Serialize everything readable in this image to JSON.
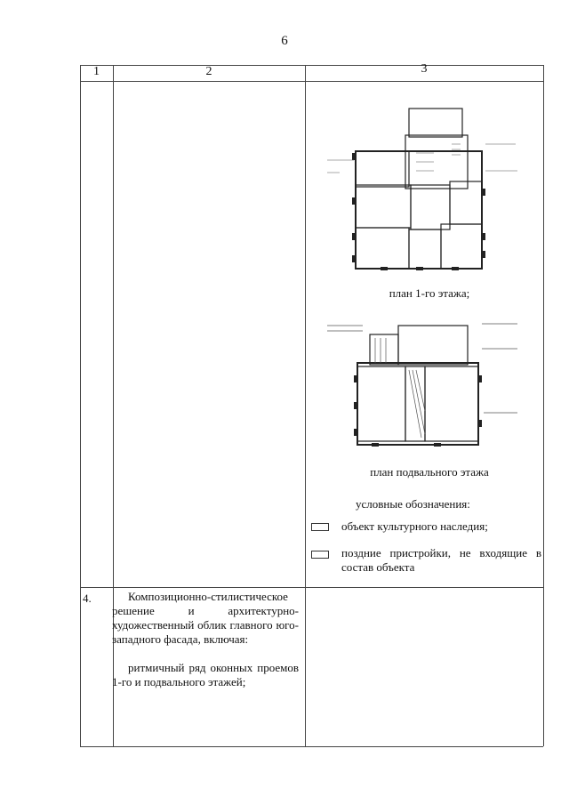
{
  "page": {
    "number": "6"
  },
  "table": {
    "headers": [
      "1",
      "2",
      "3"
    ],
    "row4": {
      "number": "4.",
      "paragraph1": "Композиционно-стилистическое решение и архитектурно-художественный облик главного юго-западного фасада, включая:",
      "paragraph2": "ритмичный ряд оконных проемов 1-го и подвального этажей;"
    }
  },
  "plans": {
    "first_floor_caption": "план 1-го этажа;",
    "basement_caption": "план подвального этажа"
  },
  "legend": {
    "title": "условные обозначения:",
    "items": [
      {
        "text": "объект культурного наследия;"
      },
      {
        "text": "поздние пристройки, не входящие в состав объекта"
      }
    ]
  }
}
